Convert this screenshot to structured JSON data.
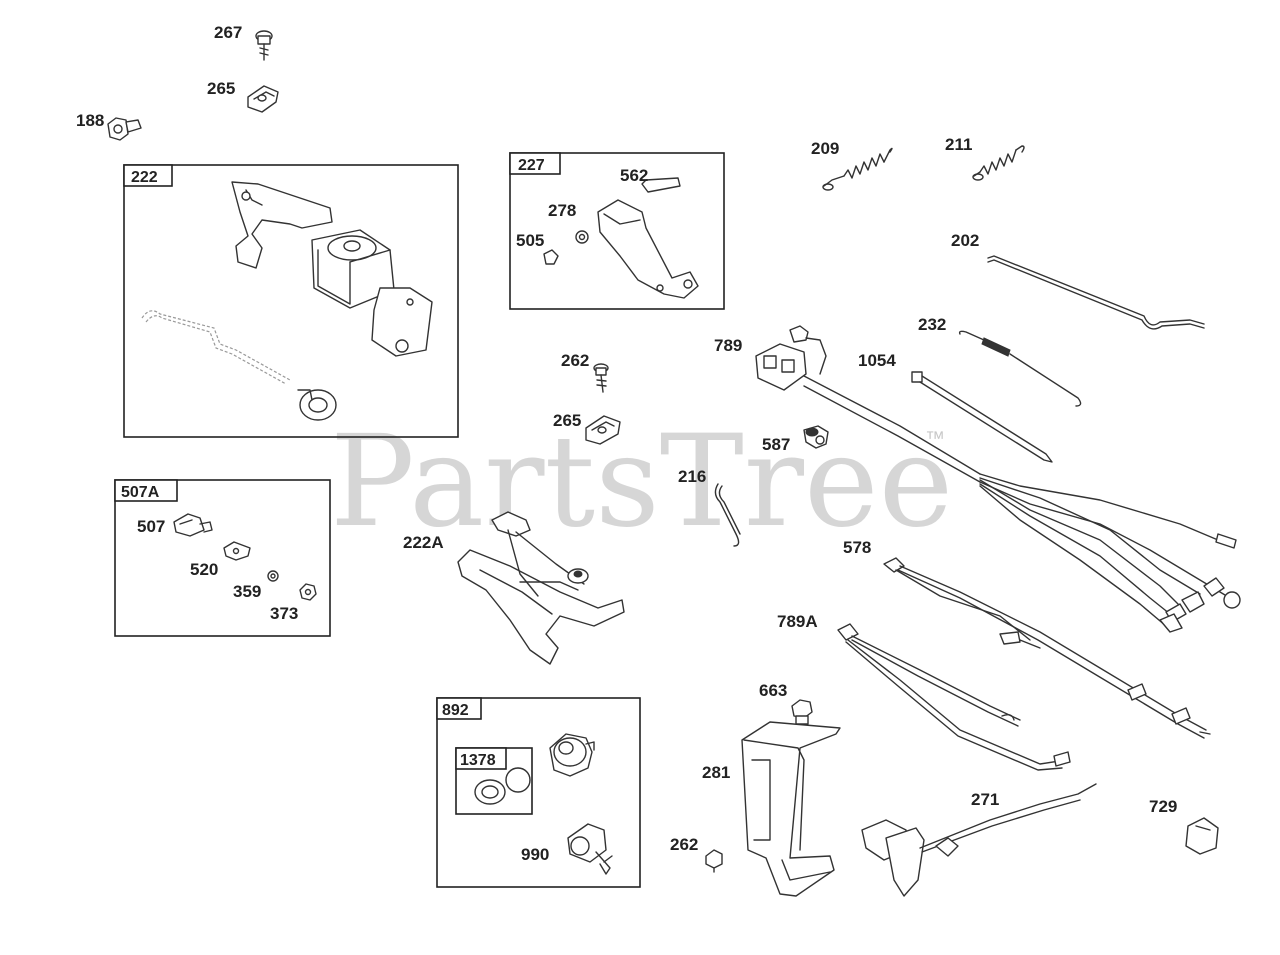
{
  "watermark": {
    "text": "PartsTree",
    "trademark": "™"
  },
  "boxes": [
    {
      "id": "222",
      "label": "222"
    },
    {
      "id": "227",
      "label": "227"
    },
    {
      "id": "507A",
      "label": "507A"
    },
    {
      "id": "892",
      "label": "892"
    },
    {
      "id": "1378",
      "label": "1378"
    }
  ],
  "callouts": [
    {
      "id": "267",
      "label": "267"
    },
    {
      "id": "265a",
      "label": "265"
    },
    {
      "id": "188",
      "label": "188"
    },
    {
      "id": "562",
      "label": "562"
    },
    {
      "id": "278",
      "label": "278"
    },
    {
      "id": "505",
      "label": "505"
    },
    {
      "id": "209",
      "label": "209"
    },
    {
      "id": "211",
      "label": "211"
    },
    {
      "id": "202",
      "label": "202"
    },
    {
      "id": "232",
      "label": "232"
    },
    {
      "id": "789",
      "label": "789"
    },
    {
      "id": "1054",
      "label": "1054"
    },
    {
      "id": "262a",
      "label": "262"
    },
    {
      "id": "265b",
      "label": "265"
    },
    {
      "id": "587",
      "label": "587"
    },
    {
      "id": "216",
      "label": "216"
    },
    {
      "id": "507",
      "label": "507"
    },
    {
      "id": "520",
      "label": "520"
    },
    {
      "id": "359",
      "label": "359"
    },
    {
      "id": "373",
      "label": "373"
    },
    {
      "id": "222A",
      "label": "222A"
    },
    {
      "id": "578",
      "label": "578"
    },
    {
      "id": "789A",
      "label": "789A"
    },
    {
      "id": "663",
      "label": "663"
    },
    {
      "id": "281",
      "label": "281"
    },
    {
      "id": "271",
      "label": "271"
    },
    {
      "id": "729",
      "label": "729"
    },
    {
      "id": "262b",
      "label": "262"
    },
    {
      "id": "990",
      "label": "990"
    }
  ]
}
